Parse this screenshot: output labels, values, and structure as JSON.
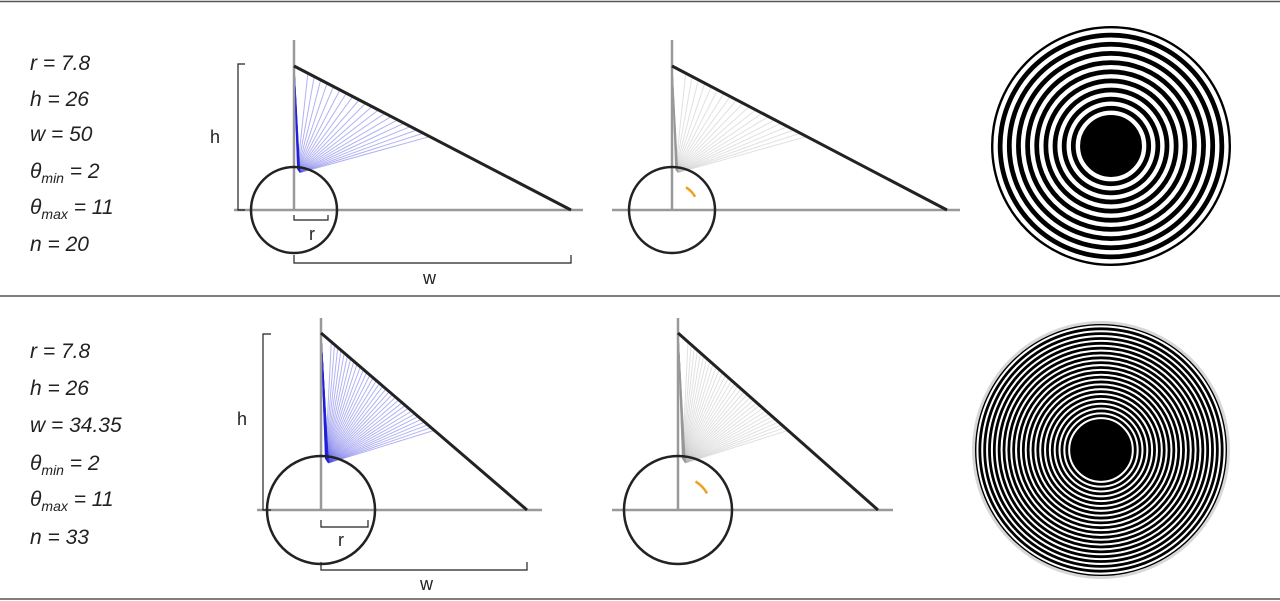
{
  "rows": [
    {
      "id": "top",
      "params": [
        {
          "sym": "r",
          "sub": "",
          "value": "7.8"
        },
        {
          "sym": "h",
          "sub": "",
          "value": "26"
        },
        {
          "sym": "w",
          "sub": "",
          "value": "50"
        },
        {
          "sym": "θ",
          "sub": "min",
          "value": "2"
        },
        {
          "sym": "θ",
          "sub": "max",
          "value": "11"
        },
        {
          "sym": "n",
          "sub": "",
          "value": "20"
        }
      ],
      "dim_labels": {
        "h": "h",
        "r": "r",
        "w": "w"
      },
      "n_rays": 20,
      "ring_count": 10
    },
    {
      "id": "bottom",
      "params": [
        {
          "sym": "r",
          "sub": "",
          "value": "7.8"
        },
        {
          "sym": "h",
          "sub": "",
          "value": "26"
        },
        {
          "sym": "w",
          "sub": "",
          "value": "34.35"
        },
        {
          "sym": "θ",
          "sub": "min",
          "value": "2"
        },
        {
          "sym": "θ",
          "sub": "max",
          "value": "11"
        },
        {
          "sym": "n",
          "sub": "",
          "value": "33"
        }
      ],
      "dim_labels": {
        "h": "h",
        "r": "r",
        "w": "w"
      },
      "n_rays": 33,
      "ring_count": 20
    }
  ],
  "colors": {
    "ray_blue": "#2222dd",
    "ray_gray": "#9a9a9a",
    "arc_orange": "#f0a020",
    "axis_gray": "#999999",
    "outline": "#222222",
    "separator": "#555555"
  }
}
